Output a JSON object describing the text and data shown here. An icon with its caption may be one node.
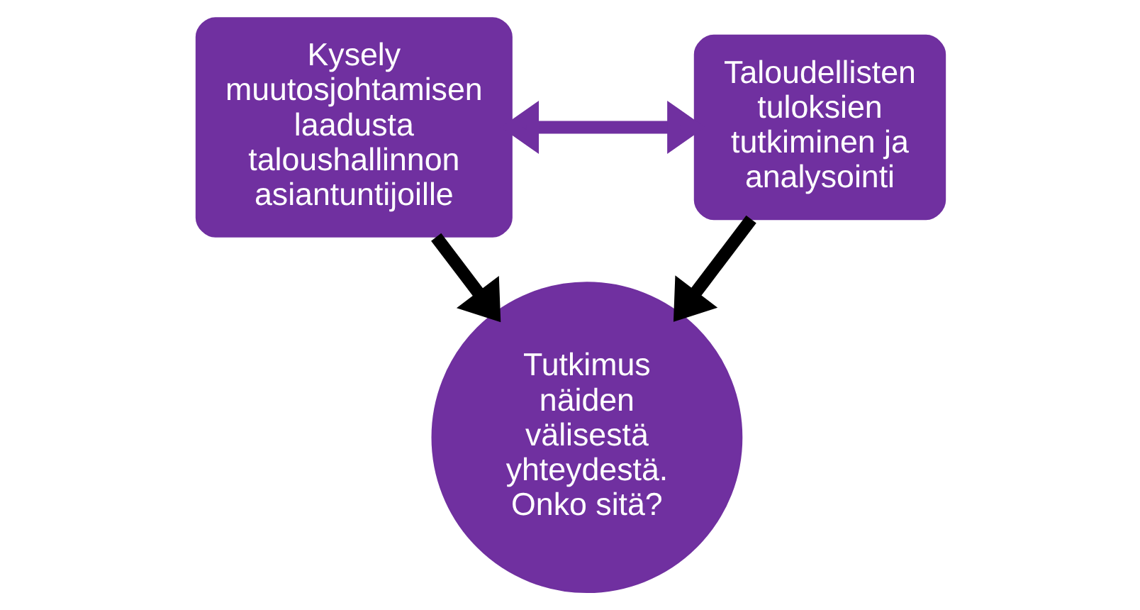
{
  "diagram": {
    "nodes": [
      {
        "text": [
          "Kysely muutosjohtamisen laadusta taloushallinnon asiantuntijoille"
        ]
      },
      {
        "text": [
          "Taloudellisten tuloksien tutkiminen ja analysointi"
        ]
      },
      {
        "text": [
          "Tutkimus näiden välisestä yhteydestä. Onko sitä?"
        ]
      }
    ],
    "edges": [
      {
        "from": 0,
        "to": 1,
        "arrow": "both",
        "color": "#7030a0"
      },
      {
        "from": 0,
        "to": 2,
        "arrow": "to"
      },
      {
        "from": 1,
        "to": 2,
        "arrow": "to"
      }
    ]
  }
}
